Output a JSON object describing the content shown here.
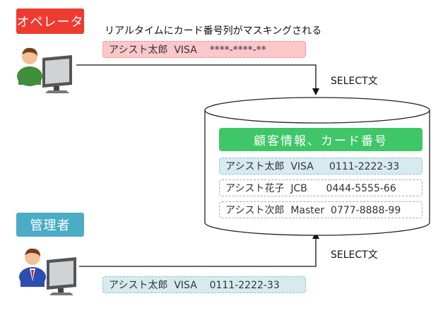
{
  "colors": {
    "operator_badge": "#ee3b32",
    "admin_badge": "#4aacc5",
    "db_header": "#3ec667",
    "masked_record_bg": "#fbc7c9",
    "highlight_record_bg": "#d7ebee"
  },
  "operator": {
    "badge_label": "オペレータ",
    "caption": "リアルタイムにカード番号列がマスキングされる",
    "record": "アシスト太郎  VISA    ****-****-**",
    "icon": "operator-computer-icon"
  },
  "admin": {
    "badge_label": "管理者",
    "record": "アシスト太郎  VISA    0111-2222-33",
    "icon": "admin-computer-icon"
  },
  "queries": {
    "operator_select": "SELECT文",
    "admin_select": "SELECT文"
  },
  "database": {
    "title": "顧客情報、カード番号",
    "rows": [
      "アシスト太郎  VISA     0111-2222-33",
      "アシスト花子  JCB      0444-5555-66",
      "アシスト次郎  Master  0777-8888-99"
    ]
  }
}
